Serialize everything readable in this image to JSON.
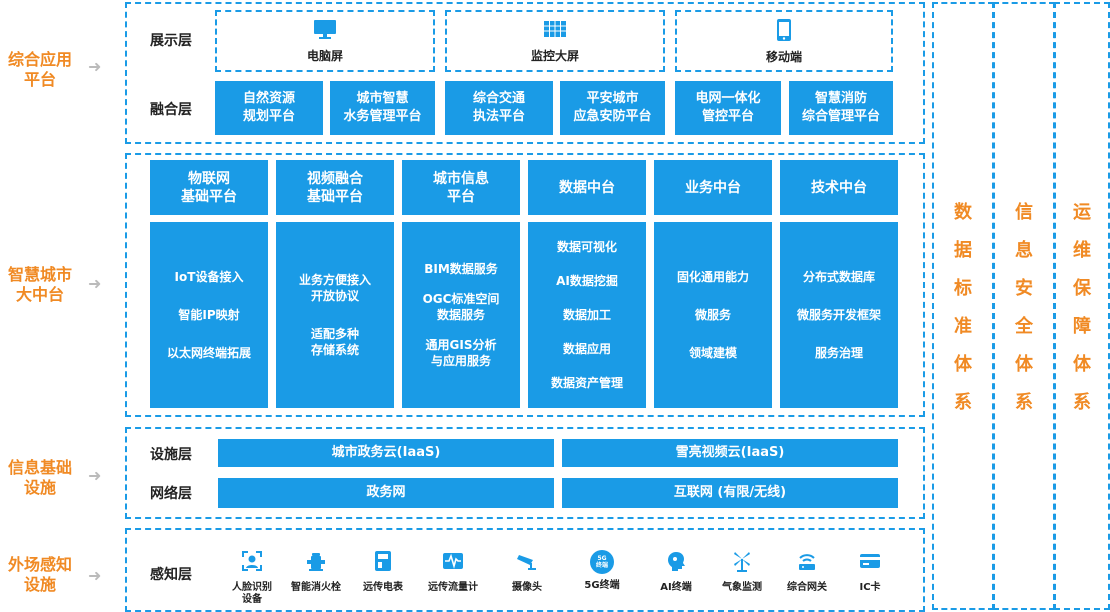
{
  "left_labels": {
    "app_platform": [
      "综合应用",
      "平台"
    ],
    "city_platform": [
      "智慧城市",
      "大中台"
    ],
    "info_infra": [
      "信息基础",
      "设施"
    ],
    "field_sensing": [
      "外场感知",
      "设施"
    ]
  },
  "application": {
    "display_layer_label": "展示层",
    "fusion_layer_label": "融合层",
    "displays": [
      "电脑屏",
      "监控大屏",
      "移动端"
    ],
    "fusion": [
      [
        "自然资源",
        "规划平台"
      ],
      [
        "城市智慧",
        "水务管理平台"
      ],
      [
        "综合交通",
        "执法平台"
      ],
      [
        "平安城市",
        "应急安防平台"
      ],
      [
        "电网一体化",
        "管控平台"
      ],
      [
        "智慧消防",
        "综合管理平台"
      ]
    ]
  },
  "middle": {
    "headers": [
      [
        "物联网",
        "基础平台"
      ],
      [
        "视频融合",
        "基础平台"
      ],
      [
        "城市信息",
        "平台"
      ],
      [
        "数据中台"
      ],
      [
        "业务中台"
      ],
      [
        "技术中台"
      ]
    ],
    "columns": [
      [
        "IoT设备接入",
        "智能IP映射",
        "以太网终端拓展"
      ],
      [
        "业务方便接入\n开放协议",
        "适配多种\n存储系统"
      ],
      [
        "BIM数据服务",
        "OGC标准空间\n数据服务",
        "通用GIS分析\n与应用服务"
      ],
      [
        "数据可视化",
        "AI数据挖掘",
        "数据加工",
        "数据应用",
        "数据资产管理"
      ],
      [
        "固化通用能力",
        "微服务",
        "领域建模"
      ],
      [
        "分布式数据库",
        "微服务开发框架",
        "服务治理"
      ]
    ]
  },
  "infra": {
    "facility_label": "设施层",
    "network_label": "网络层",
    "facility_items": [
      "城市政务云(IaaS)",
      "雪亮视频云(IaaS)"
    ],
    "network_items": [
      "政务网",
      "互联网 (有限/无线)"
    ]
  },
  "sensing": {
    "label": "感知层",
    "items": [
      {
        "label": "人脸识别\n设备",
        "icon": "face-recognition-icon"
      },
      {
        "label": "智能消火栓",
        "icon": "hydrant-icon"
      },
      {
        "label": "远传电表",
        "icon": "meter-icon"
      },
      {
        "label": "远传流量计",
        "icon": "flowmeter-icon"
      },
      {
        "label": "摄像头",
        "icon": "camera-icon"
      },
      {
        "label": "5G终端",
        "icon": "5g-icon",
        "badge": "5G\n终端"
      },
      {
        "label": "AI终端",
        "icon": "ai-icon"
      },
      {
        "label": "气象监测",
        "icon": "windmill-icon"
      },
      {
        "label": "综合网关",
        "icon": "gateway-icon"
      },
      {
        "label": "IC卡",
        "icon": "card-icon"
      }
    ]
  },
  "right_columns": [
    [
      "数",
      "据",
      "标",
      "准",
      "体",
      "系"
    ],
    [
      "信",
      "息",
      "安",
      "全",
      "体",
      "系"
    ],
    [
      "运",
      "维",
      "保",
      "障",
      "体",
      "系"
    ]
  ],
  "colors": {
    "accent": "#1a9be6",
    "orange": "#f08a24"
  }
}
